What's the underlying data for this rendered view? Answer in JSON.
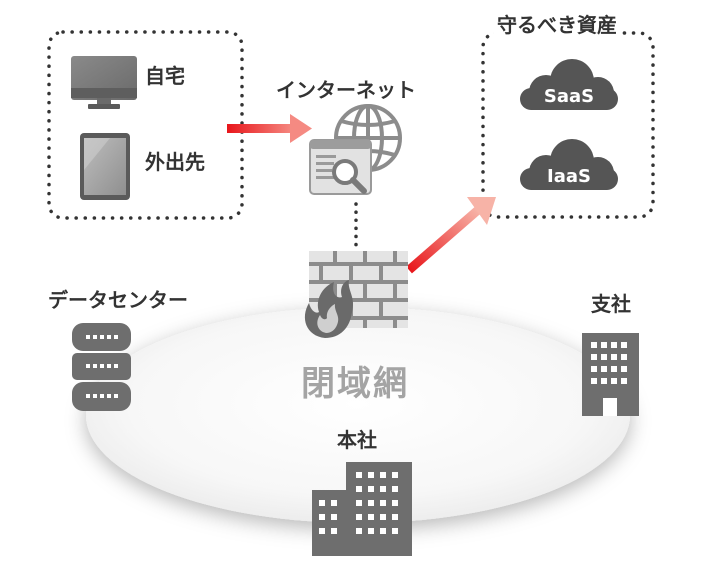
{
  "labels": {
    "home": "自宅",
    "remote": "外出先",
    "internet": "インターネット",
    "assets": "守るべき資産",
    "saas": "SaaS",
    "iaas": "IaaS",
    "datacenter": "データセンター",
    "branch": "支社",
    "headquarters": "本社",
    "closed_network": "閉域網"
  },
  "colors": {
    "arrow_red": "#e8161b",
    "icon_gray": "#666666",
    "ellipse_fill": "#f4f4f4",
    "dotted_border": "#333333"
  },
  "icons": [
    "monitor-icon",
    "tablet-icon",
    "globe-icon",
    "magnifier-window-icon",
    "cloud-icon",
    "firewall-icon",
    "flame-icon",
    "server-icon",
    "building-icon"
  ]
}
